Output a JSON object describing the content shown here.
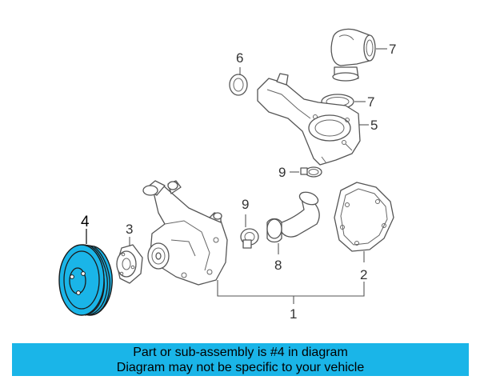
{
  "callouts": {
    "c1": "1",
    "c2": "2",
    "c3": "3",
    "c4": "4",
    "c5": "5",
    "c6": "6",
    "c7a": "7",
    "c7b": "7",
    "c8": "8",
    "c9a": "9",
    "c9b": "9"
  },
  "banner": {
    "line1": "Part or sub-assembly is #4 in diagram",
    "line2": "Diagram may not be specific to your vehicle"
  },
  "colors": {
    "highlight": "#1ab5e8",
    "outline": "#555555"
  }
}
